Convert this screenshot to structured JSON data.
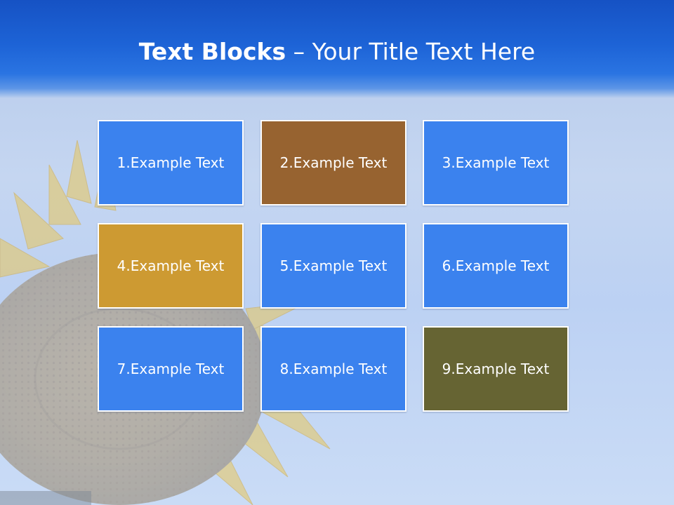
{
  "slide": {
    "title_bold": "Text Blocks",
    "title_dash": " – ",
    "title_rest": "Your Title Text Here",
    "background_image": "sunflower-against-blue-sky",
    "colors": {
      "title_band": "#1d63d6",
      "block_blue": "#3b82ee",
      "block_brown": "#976330",
      "block_gold": "#cd9a32",
      "block_olive": "#666433",
      "block_border": "#ffffff"
    }
  },
  "blocks": [
    {
      "label": "1.Example Text",
      "color": "#3b82ee"
    },
    {
      "label": "2.Example Text",
      "color": "#976330"
    },
    {
      "label": "3.Example Text",
      "color": "#3b82ee"
    },
    {
      "label": "4.Example Text",
      "color": "#cd9a32"
    },
    {
      "label": "5.Example Text",
      "color": "#3b82ee"
    },
    {
      "label": "6.Example Text",
      "color": "#3b82ee"
    },
    {
      "label": "7.Example Text",
      "color": "#3b82ee"
    },
    {
      "label": "8.Example Text",
      "color": "#3b82ee"
    },
    {
      "label": "9.Example Text",
      "color": "#666433"
    }
  ]
}
